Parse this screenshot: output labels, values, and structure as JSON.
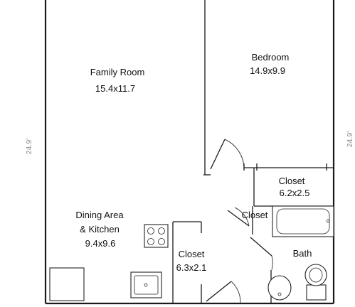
{
  "rooms": {
    "family_room": {
      "name": "Family Room",
      "size": "15.4x11.7"
    },
    "bedroom": {
      "name": "Bedroom",
      "size": "14.9x9.9"
    },
    "closet_bedroom": {
      "name": "Closet",
      "size": "6.2x2.5"
    },
    "closet_small": {
      "name": "Closet"
    },
    "dining_kitchen": {
      "name_line1": "Dining Area",
      "name_line2": "& Kitchen",
      "size": "9.4x9.6"
    },
    "closet_hall": {
      "name": "Closet",
      "size": "6.3x2.1"
    },
    "bath": {
      "name": "Bath"
    }
  },
  "dimensions": {
    "left": "24.9'",
    "right": "24.9'"
  },
  "fixtures": [
    "stove",
    "kitchen-sink",
    "refrigerator",
    "bathtub",
    "toilet",
    "bathroom-sink"
  ]
}
